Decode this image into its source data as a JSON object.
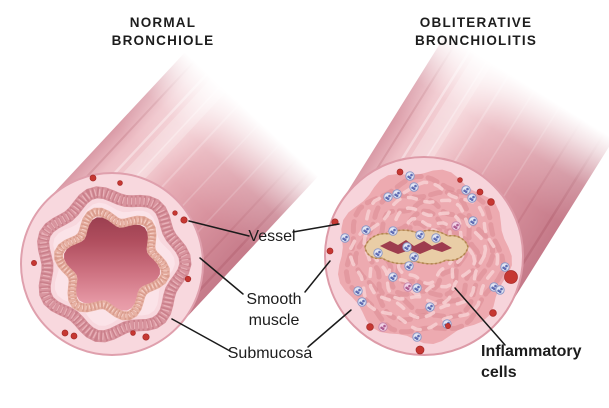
{
  "figure": {
    "type": "medical comparison illustration",
    "subject": "Bronchiole cross-sections: normal airway versus obliterative bronchiolitis with fibrotic scarring"
  },
  "titles": {
    "left": "NORMAL BRONCHIOLE",
    "right": "OBLITERATIVE BRONCHIOLITIS"
  },
  "labels": {
    "vessel": "Vessel",
    "smooth_muscle": "Smooth muscle",
    "submucosa": "Submucosa",
    "inflammatory_cells": "Inflammatory cells"
  },
  "colors": {
    "background": "#ffffff",
    "title_text": "#1d1d1d",
    "label_text": "#1c1c1c",
    "leader_line": "#1b1b1b",
    "tube_pink": "#e2a4ad",
    "tube_highlight": "#f3cdd2",
    "tube_shadow": "#c57a89",
    "submucosa_pink": "#f8d8de",
    "smooth_muscle_pink": "#d8949e",
    "mucosa_pink": "#fbe3e8",
    "epithelium_pink": "#e7b1a3",
    "lumen_dark": "#93394a",
    "lumen_light": "#eda6b1",
    "vessel_red": "#c63732",
    "vessel_red_dark": "#a52a28",
    "fibrosis_pink": "#edaab0",
    "fibrosis_strand": "#d8868f",
    "scar_epithelium_tan": "#e9cda6",
    "scar_epithelium_outline": "#ad7d49",
    "scar_slit_red": "#9e3c4e",
    "inflammatory_cell_fill": "#e3e7f4",
    "inflammatory_cell_border": "#8d98c8",
    "inflammatory_cell_nucleus": "#5f6cb3",
    "inflammatory_cell_pink_fill": "#f2d3e6",
    "inflammatory_cell_pink_border": "#c887ad",
    "inflammatory_cell_pink_nucleus": "#ad5b90"
  }
}
